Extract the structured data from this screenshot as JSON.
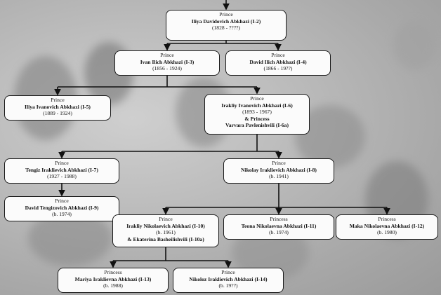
{
  "tree": {
    "nodes": [
      {
        "id": "I-2",
        "lines": [
          "Prince",
          "Iliya Davidovich Abkhazi (I-2)",
          "(1828 - ????)"
        ]
      },
      {
        "id": "I-3",
        "lines": [
          "Prince",
          "Ivan Ilich Abkhazi (I-3)",
          "(1856 - 1924)"
        ]
      },
      {
        "id": "I-4",
        "lines": [
          "Prince",
          "David Ilich Abkhazi (I-4)",
          "(1866 - 19??)"
        ]
      },
      {
        "id": "I-5",
        "lines": [
          "Prince",
          "Iliya Ivanovich Abkhazi (I-5)",
          "(1889 - 1924)"
        ]
      },
      {
        "id": "I-6",
        "lines": [
          "Prince",
          "Irakliy Ivanovich Abkhazi (I-6)",
          "(1893 - 1967)",
          "& Princess",
          "Varvara Pavlenishvili (I-6a)"
        ]
      },
      {
        "id": "I-7",
        "lines": [
          "Prince",
          "Tengiz Iraklievich Abkhazi (I-7)",
          "(1927 - 1988)"
        ]
      },
      {
        "id": "I-8",
        "lines": [
          "Prince",
          "Nikolay Iraklievich Abkhazi (I-8)",
          "(b. 1941)"
        ]
      },
      {
        "id": "I-9",
        "lines": [
          "Prince",
          "David Tengizovich Abkhazi (I-9)",
          "(b. 1974)"
        ]
      },
      {
        "id": "I-10",
        "lines": [
          "Prince",
          "Irakliy Nikolaevich Abkhazi (I-10)",
          "(b. 1961)",
          "& Ekaterina Basheilishvili (I-10a)"
        ]
      },
      {
        "id": "I-11",
        "lines": [
          "Princess",
          "Teona Nikolaevna Abkhazi (I-11)",
          "(b. 1974)"
        ]
      },
      {
        "id": "I-12",
        "lines": [
          "Princess",
          "Maka Nikolaevna Abkhazi (I-12)",
          "(b. 1980)"
        ]
      },
      {
        "id": "I-13",
        "lines": [
          "Princess",
          "Mariya Iraklievna Abkhazi (I-13)",
          "(b. 1988)"
        ]
      },
      {
        "id": "I-14",
        "lines": [
          "Prince",
          "Nikoloz Iraklievich Abkhazi (I-14)",
          "(b. 19??)"
        ]
      }
    ],
    "links": [
      {
        "from": "I-2",
        "to": "I-3"
      },
      {
        "from": "I-2",
        "to": "I-4"
      },
      {
        "from": "I-3",
        "to": "I-5"
      },
      {
        "from": "I-3",
        "to": "I-6"
      },
      {
        "from": "I-6",
        "to": "I-7"
      },
      {
        "from": "I-6",
        "to": "I-8"
      },
      {
        "from": "I-7",
        "to": "I-9"
      },
      {
        "from": "I-8",
        "to": "I-10"
      },
      {
        "from": "I-8",
        "to": "I-11"
      },
      {
        "from": "I-8",
        "to": "I-12"
      },
      {
        "from": "I-10",
        "to": "I-13"
      },
      {
        "from": "I-10",
        "to": "I-14"
      }
    ]
  }
}
